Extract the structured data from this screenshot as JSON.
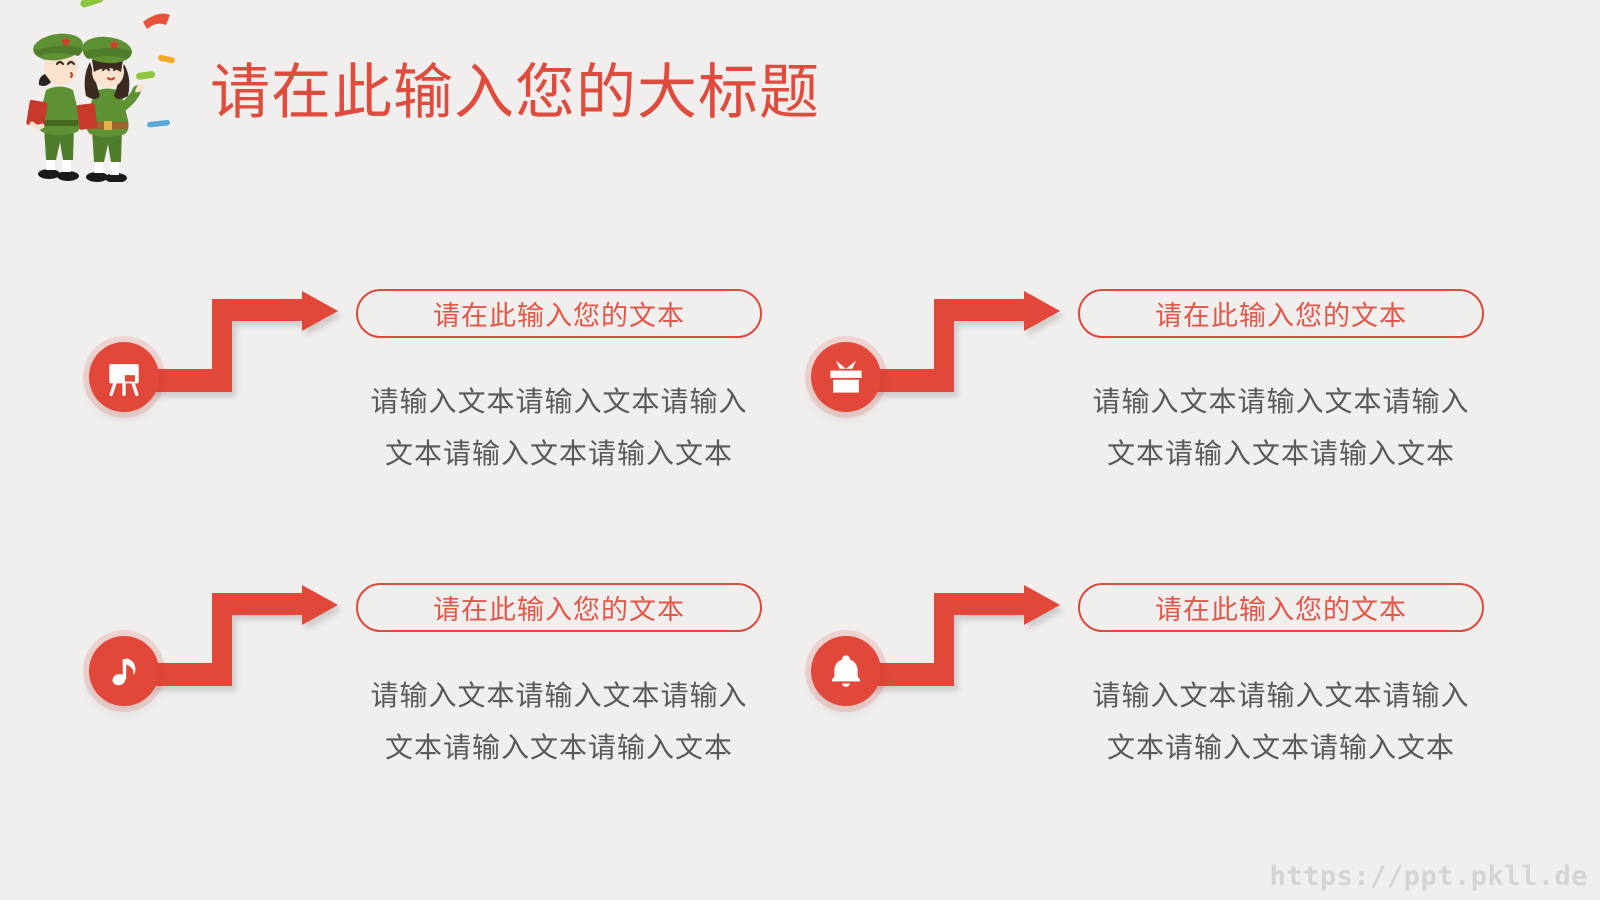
{
  "slide": {
    "title": "请在此输入您的大标题",
    "watermark": "https://ppt.pkll.de",
    "illustration": "two-young-pioneers-with-confetti",
    "colors": {
      "accent_red": "#E2483A",
      "background": "#F1EEEE",
      "body_text_gray": "#5C5858",
      "watermark_gray": "#D8D3D3",
      "uniform_green": "#5E9134"
    },
    "sections": [
      {
        "icon": "easel-icon",
        "box_label": "请在此输入您的文本",
        "body_lines": [
          "请输入文本请输入文本请输入",
          "文本请输入文本请输入文本"
        ]
      },
      {
        "icon": "gift-icon",
        "box_label": "请在此输入您的文本",
        "body_lines": [
          "请输入文本请输入文本请输入",
          "文本请输入文本请输入文本"
        ]
      },
      {
        "icon": "music-note-icon",
        "box_label": "请在此输入您的文本",
        "body_lines": [
          "请输入文本请输入文本请输入",
          "文本请输入文本请输入文本"
        ]
      },
      {
        "icon": "bell-icon",
        "box_label": "请在此输入您的文本",
        "body_lines": [
          "请输入文本请输入文本请输入",
          "文本请输入文本请输入文本"
        ]
      }
    ]
  }
}
